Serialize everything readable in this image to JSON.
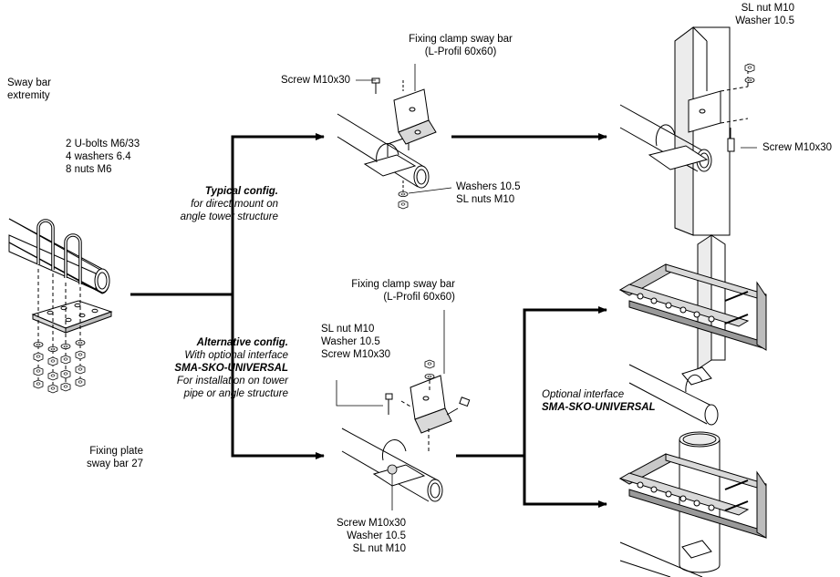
{
  "labels": {
    "sway_bar_extremity": [
      "Sway bar",
      "extremity"
    ],
    "ubolts": [
      "2 U-bolts M6/33",
      "4 washers 6.4",
      "8 nuts M6"
    ],
    "fixing_plate": [
      "Fixing plate",
      "sway bar 27"
    ],
    "screw_top": "Screw M10x30",
    "clamp_top": [
      "Fixing clamp sway bar",
      "(L-Profil 60x60)"
    ],
    "washers_top": [
      "Washers 10.5",
      "SL nuts M10"
    ],
    "sl_nut_right": [
      "SL nut M10",
      "Washer 10.5"
    ],
    "screw_right": "Screw M10x30",
    "typical_title": "Typical config.",
    "typical_desc": [
      "for direct mount on",
      "angle tower structure"
    ],
    "alt_title": "Alternative config.",
    "alt_desc1": "With optional interface",
    "alt_interface": "SMA-SKO-UNIVERSAL",
    "alt_desc2": [
      "For installation on tower",
      "pipe or angle structure"
    ],
    "clamp_mid": [
      "Fixing clamp sway bar",
      "(L-Profil 60x60)"
    ],
    "nut_mid": [
      "SL nut M10",
      "Washer 10.5",
      "Screw M10x30"
    ],
    "bottom_mid": [
      "Screw M10x30",
      "Washer 10.5",
      "SL nut M10"
    ],
    "optional_interface": "Optional interface",
    "optional_interface_name": "SMA-SKO-UNIVERSAL"
  },
  "colors": {
    "line": "#000000",
    "fill": "#ffffff",
    "shade": "#d9d9d9",
    "dark": "#9a9a9a"
  }
}
